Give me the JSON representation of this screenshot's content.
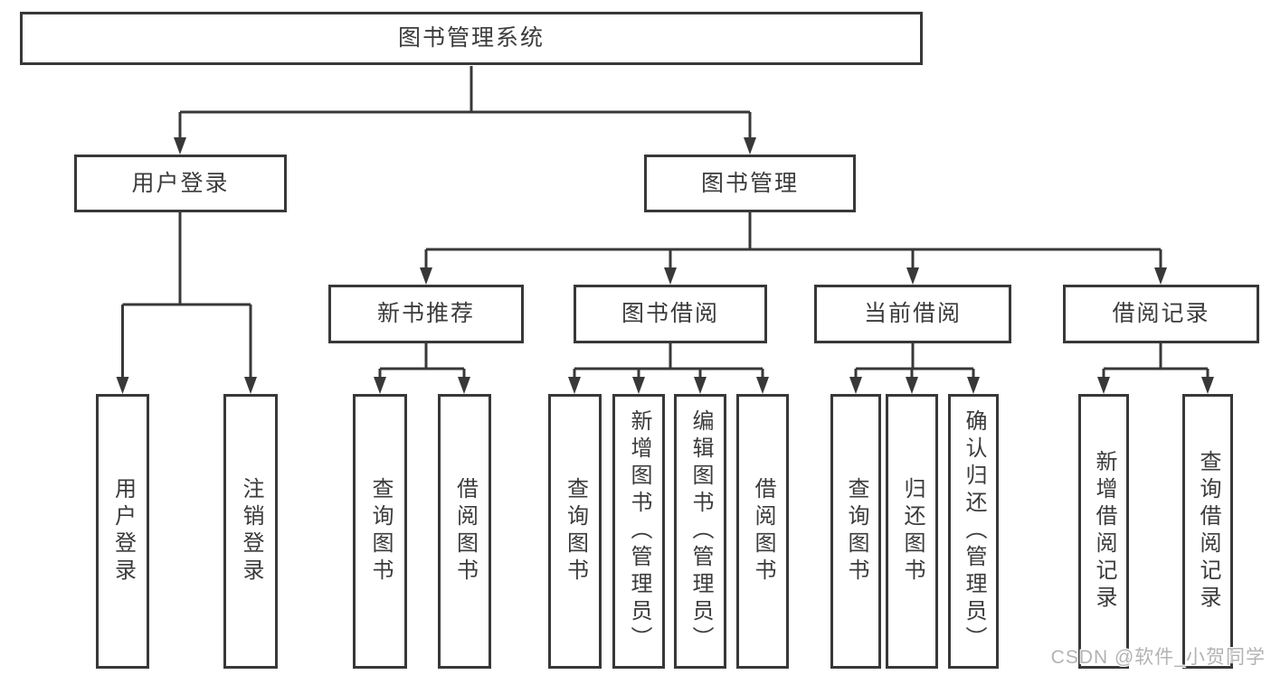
{
  "root": {
    "label": "图书管理系统"
  },
  "level2": {
    "user_login": {
      "label": "用户登录"
    },
    "book_management": {
      "label": "图书管理"
    }
  },
  "level3": {
    "new_book_recommend": {
      "label": "新书推荐"
    },
    "book_borrow": {
      "label": "图书借阅"
    },
    "current_borrow": {
      "label": "当前借阅"
    },
    "borrow_record": {
      "label": "借阅记录"
    }
  },
  "leaves": {
    "user_login": [
      "用户登录",
      "注销登录"
    ],
    "new_book_recommend": [
      "查询图书",
      "借阅图书"
    ],
    "book_borrow": [
      "查询图书",
      "新增图书（管理员）",
      "编辑图书（管理员）",
      "借阅图书"
    ],
    "current_borrow": [
      "查询图书",
      "归还图书",
      "确认归还（管理员）"
    ],
    "borrow_record": [
      "新增借阅记录",
      "查询借阅记录"
    ]
  },
  "watermark": {
    "text": "CSDN @软件_小贺同学"
  },
  "colors": {
    "line": "#383838",
    "box_border": "#383838",
    "text": "#3b3b3b",
    "background": "#ffffff",
    "watermark": "#b3b3b3"
  }
}
